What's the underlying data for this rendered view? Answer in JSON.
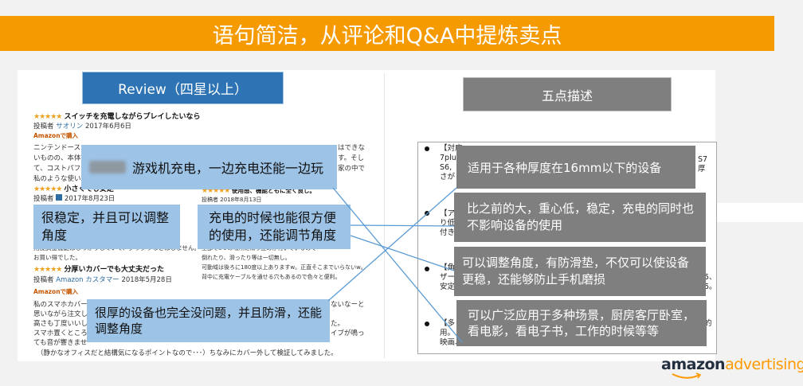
{
  "title": "语句简洁，从评论和Q&A中提炼卖点",
  "left_panel": {
    "header": "Review（四星以上）",
    "reviews": [
      {
        "stars": "★★★★★",
        "title": "スイッチを充電しながらプレイしたいなら",
        "author_prefix": "投稿者",
        "author": "サオリン",
        "date": "2017年6月6日",
        "badge": "Amazonで購入",
        "lines": [
          "ニンテンドース",
          "いものの、本体",
          "て、コストパフ",
          "私のような使い"
        ],
        "lines_right": [
          "はできな",
          "す。そし",
          "家の中で"
        ]
      },
      {
        "stars": "★★★★★",
        "title": "小さくても安定",
        "author_prefix": "投稿者",
        "author": "",
        "date": "2017年8月23日",
        "lines": [
          "角度調整機能はしっかりしていて、グラグラなどはしません。",
          "お買い得でした。"
        ]
      },
      {
        "stars": "★★★★★",
        "title": "使用感、機能ともに全く良し。",
        "author_prefix": "投稿者",
        "author": "",
        "date": "2018年8月13日",
        "lines": [
          "全部で8つの場所に滑り止めが付いているので",
          "倒れたり、滑ったり等は一切無し。",
          "可動域は後ろに180度以上ありますw。正直そこまでいらないw。",
          "背中に充電ケーブルを通せる穴もあるので色々と便利。"
        ]
      },
      {
        "stars": "★★★★★",
        "title": "分厚いカバーでも大丈夫だった",
        "author_prefix": "投稿者",
        "author": "Amazon カスタマー",
        "date": "2018年5月28日",
        "badge": "Amazonで購入",
        "lines": [
          "私のスマホカバー",
          "思いながら注文し",
          "高さも丁度いいし",
          "スマホ置くところ",
          "ても音が響きませ"
        ],
        "lines_right": [
          "ないなーと",
          "た。",
          "イブが鳴っ"
        ],
        "last_line": "（静かなオフィスだと結構気になるポイントなので･･･）ちなみにカバー外して検証してみました。"
      }
    ],
    "callouts": [
      {
        "text": "游戏机充电，一边充电还能一边玩",
        "blurred_prefix": true
      },
      {
        "text": "很稳定，并且可以调整角度"
      },
      {
        "text": "充电的时候也能很方便的使用，还能调节角度"
      },
      {
        "text": "很厚的设备也完全没问题，并且防滑，还能调整角度"
      }
    ]
  },
  "right_panel": {
    "header": "五点描述",
    "bullets": [
      {
        "lines": [
          "【対応",
          "7plu",
          "S6,",
          "さが"
        ],
        "tail": [
          "S7",
          "厚"
        ]
      },
      {
        "lines": [
          "【アッ",
          "り低",
          "付き"
        ],
        "tail": [
          "",
          ""
        ]
      },
      {
        "lines": [
          "【角",
          "ザー",
          "安定"
        ],
        "tail": [
          "5、",
          "5。"
        ]
      },
      {
        "lines": [
          "【多",
          "用。",
          "映画、"
        ],
        "tail": [
          "的"
        ]
      }
    ],
    "callouts": [
      {
        "text": "适用于各种厚度在16mm以下的设备"
      },
      {
        "text": "比之前的大，重心低，稳定，充电的同时也不影响设备的使用"
      },
      {
        "text": "可以调整角度，有防滑垫，不仅可以使设备更稳，还能够防止手机磨损"
      },
      {
        "text": "可以广泛应用于多种场景，厨房客厅卧室，看电影，看电子书，工作的时候等等"
      }
    ]
  },
  "colors": {
    "title_bar": "#f59a00",
    "review_header": "#2e74b5",
    "callout_blue": "#9dc3e6",
    "five_header": "#7f7f7f",
    "callout_gray": "#7f7f7f",
    "connector_line": "#5b9bd5"
  },
  "logo": {
    "part1": "amazon",
    "part2": "advertising"
  }
}
